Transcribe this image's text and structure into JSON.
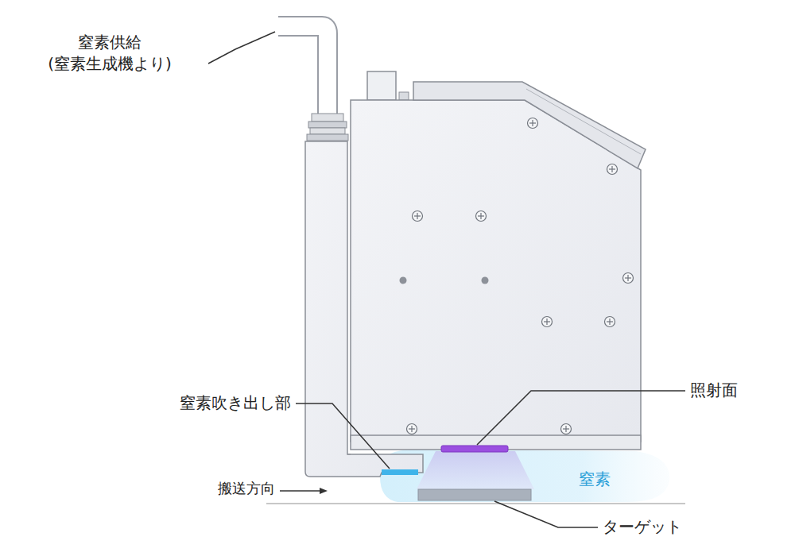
{
  "diagram": {
    "labels": [
      "窒素供給 (窒素生成機より)",
      "窒素吹き出し部",
      "照射面",
      "窒素",
      "搬送方向",
      "ターゲット"
    ]
  }
}
